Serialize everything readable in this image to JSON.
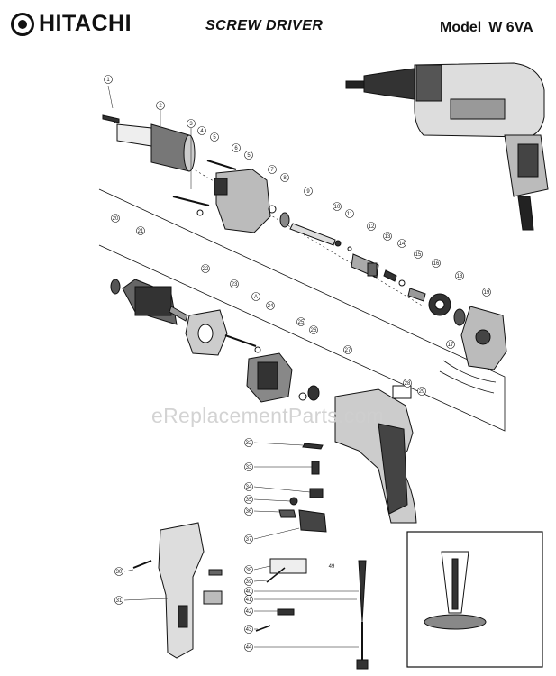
{
  "header": {
    "brand": "HITACHI",
    "title": "SCREW DRIVER",
    "model_label": "Model",
    "model_number": "W 6VA"
  },
  "watermark": "eReplacementParts.com",
  "parts": [
    "1",
    "2",
    "3",
    "4",
    "5",
    "6",
    "5",
    "7",
    "8",
    "9",
    "10",
    "11",
    "12",
    "13",
    "14",
    "15",
    "16",
    "18",
    "19",
    "20",
    "21",
    "22",
    "23",
    "A",
    "24",
    "25",
    "26",
    "27",
    "28",
    "29",
    "17",
    "30",
    "31",
    "32",
    "33",
    "34",
    "35",
    "36",
    "37",
    "38",
    "39",
    "40",
    "41",
    "42",
    "43",
    "44",
    "49"
  ]
}
